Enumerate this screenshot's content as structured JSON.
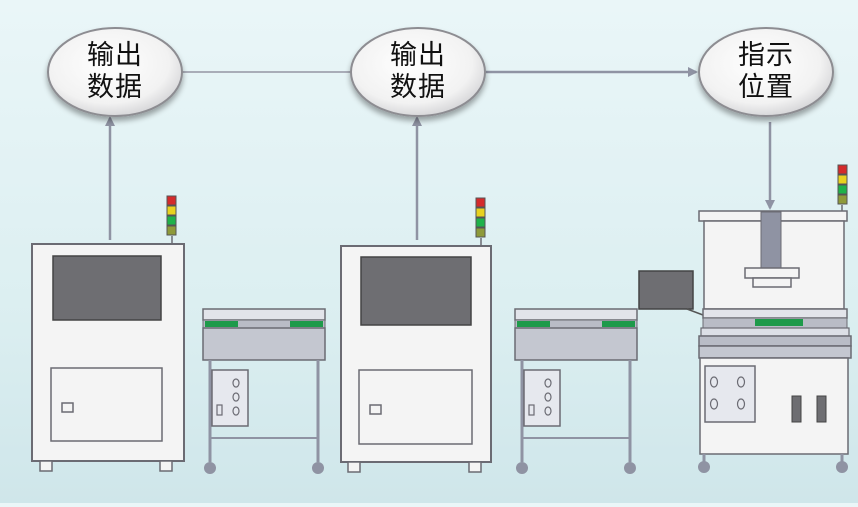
{
  "bubbles": [
    {
      "line1": "输出",
      "line2": "数据"
    },
    {
      "line1": "输出",
      "line2": "数据"
    },
    {
      "line1": "指示",
      "line2": "位置"
    }
  ],
  "colors": {
    "machine_fill": "#f4f4f4",
    "machine_stroke": "#6b6b73",
    "screen": "#6e6e72",
    "conveyor_green": "#1e9a4a",
    "light_red": "#d42b2b",
    "light_yellow": "#e8d21f",
    "light_green": "#1fb24a",
    "light_olive": "#8e9a3a",
    "arrow": "#8f93a3"
  }
}
